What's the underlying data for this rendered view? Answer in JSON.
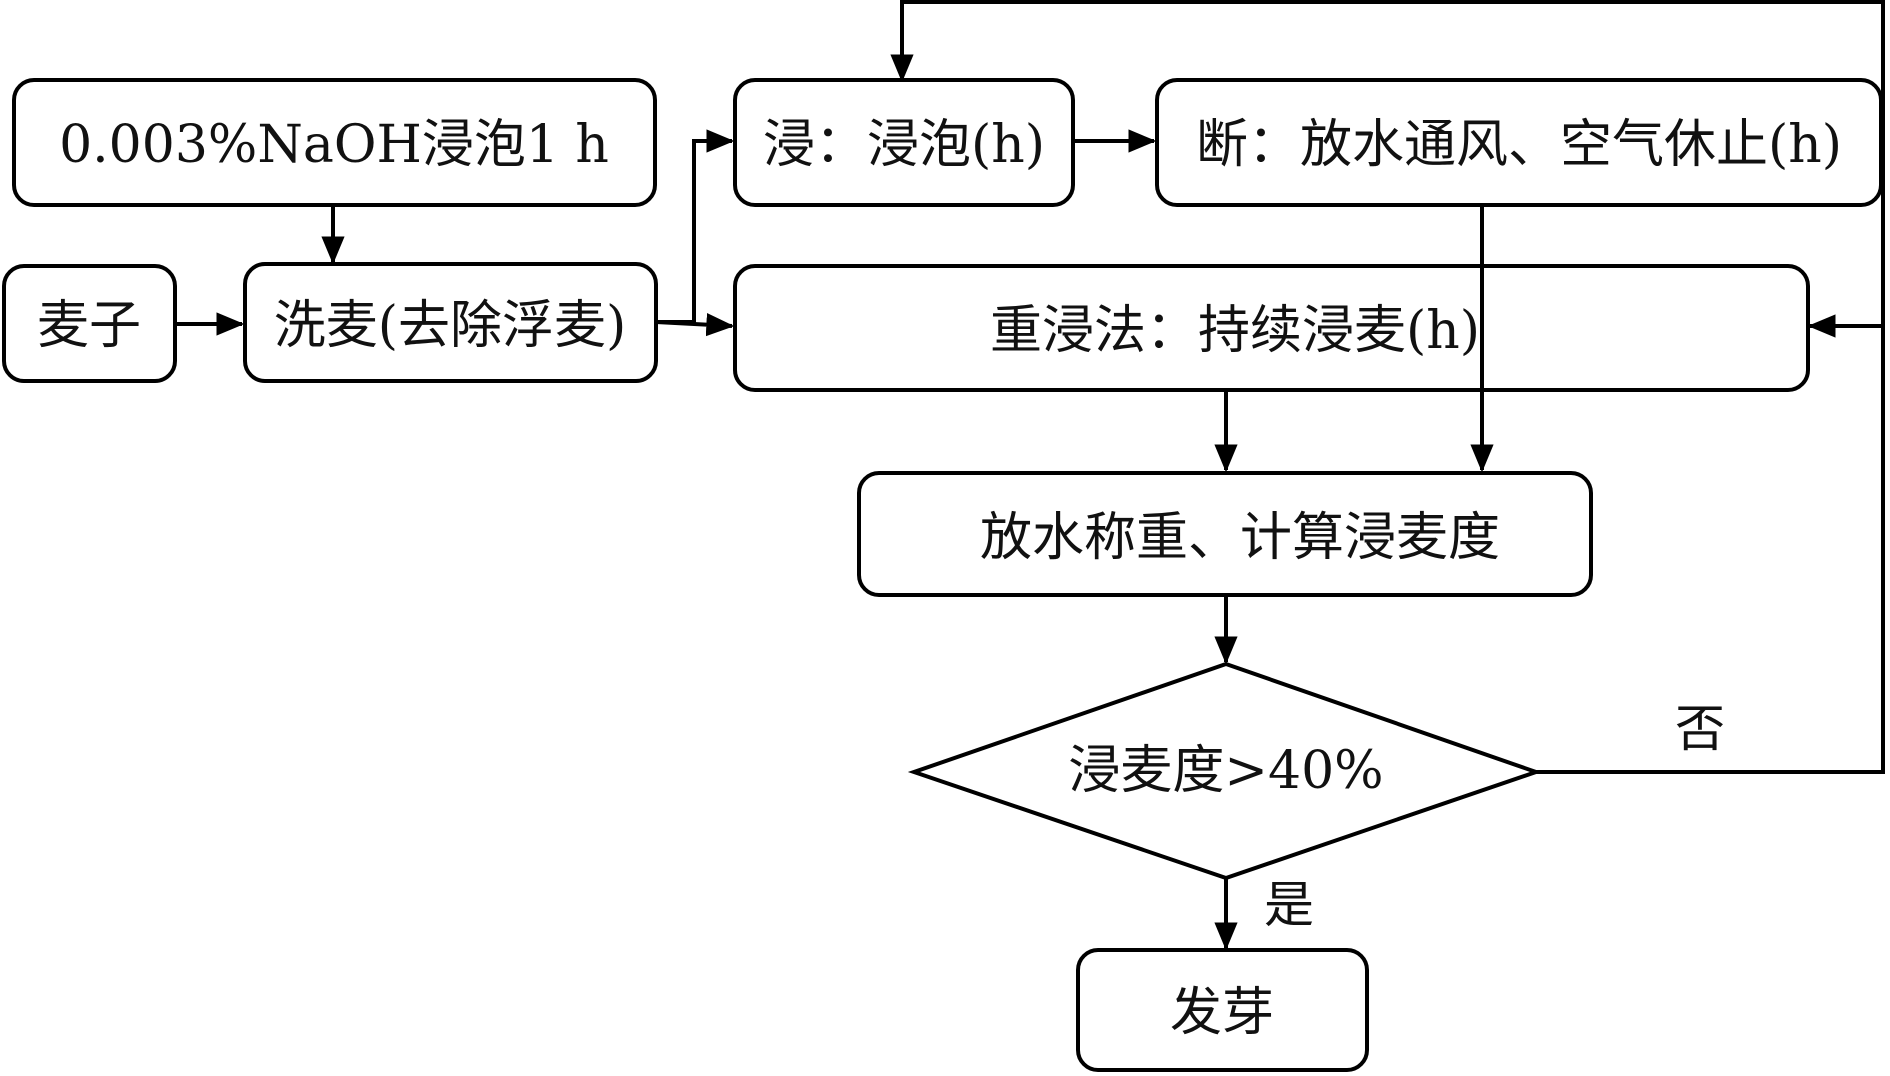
{
  "diagram": {
    "nodes": {
      "naoh": "0.003%NaOH浸泡1 h",
      "wheat": "麦子",
      "wash": "洗麦(去除浮麦)",
      "soak": "浸：浸泡(h)",
      "break": "断：放水通风、空气休止(h)",
      "re_soak": "重浸法：持续浸麦(h)",
      "weigh": "放水称重、计算浸麦度",
      "decision": "浸麦度>40%",
      "germinate": "发芽"
    },
    "edge_labels": {
      "no": "否",
      "yes": "是"
    }
  }
}
